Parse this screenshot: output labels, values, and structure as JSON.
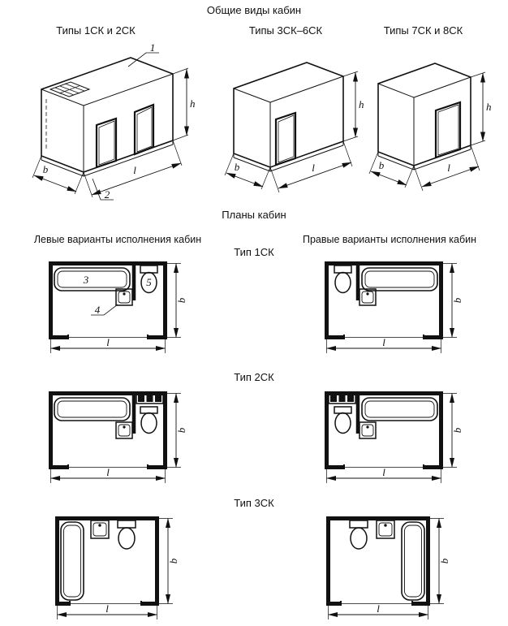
{
  "page": {
    "background": "#ffffff",
    "line_color": "#111111",
    "general_views_title": "Общие виды кабин",
    "plans_title": "Планы кабин",
    "left_variants_header": "Левые варианты исполнения кабин",
    "right_variants_header": "Правые варианты исполнения кабин"
  },
  "general_views": {
    "fig1_label": "Типы 1СК и 2СК",
    "fig2_label": "Типы 3СК–6СК",
    "fig3_label": "Типы 7СК и 8СК"
  },
  "plans": {
    "row1_label": "Тип 1СК",
    "row2_label": "Тип 2СК",
    "row3_label": "Тип 3СК"
  },
  "dims": {
    "h": "h",
    "b": "b",
    "l": "l"
  },
  "callouts": {
    "c1": "1",
    "c2": "2",
    "c3": "3",
    "c4": "4",
    "c5": "5"
  }
}
